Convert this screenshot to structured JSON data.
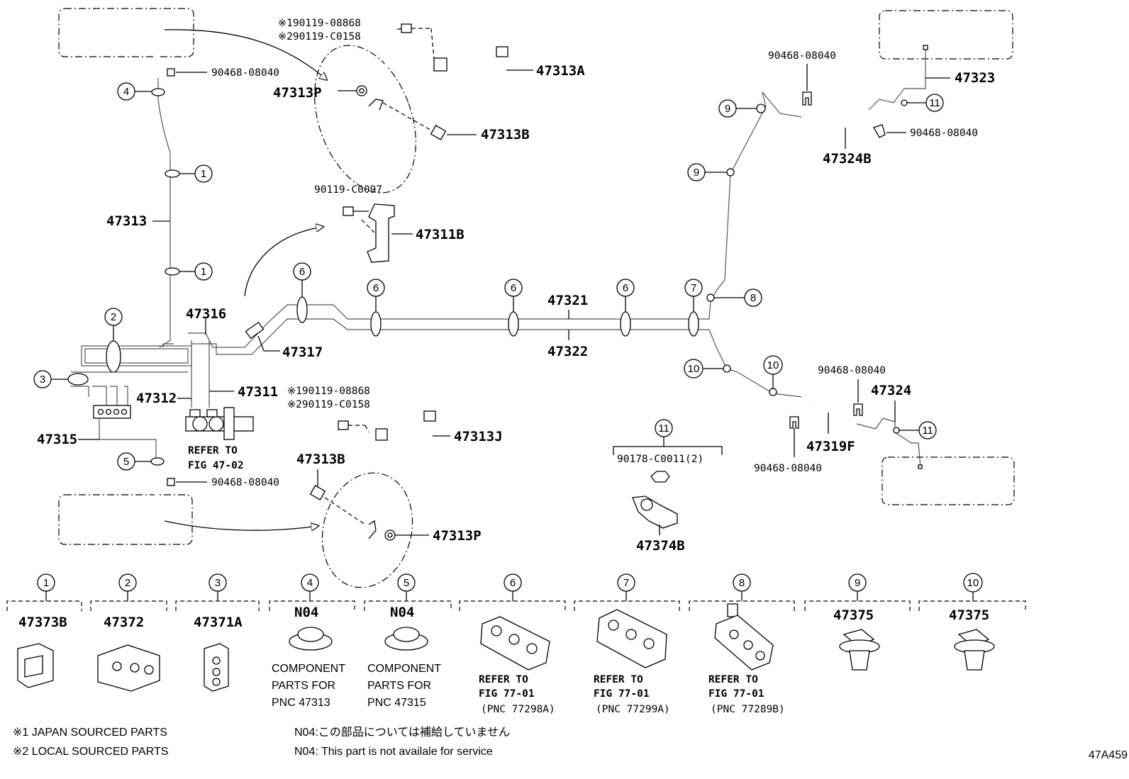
{
  "labels": {
    "p47313A": "47313A",
    "p47313P_top": "47313P",
    "p47313B_top": "47313B",
    "p19_top": "※190119-08868",
    "p29_top": "※290119-C0158",
    "clip_tl": "90468-08040",
    "p47313": "47313",
    "p90119": "90119-C0097",
    "p47311B": "47311B",
    "p47316": "47316",
    "p47317": "47317",
    "p47312": "47312",
    "p47311": "47311",
    "p47315": "47315",
    "p19_mid": "※190119-08868",
    "p29_mid": "※290119-C0158",
    "p47313J": "47313J",
    "p47313B_bot": "47313B",
    "p47313P_bot": "47313P",
    "refer_a": "REFER TO",
    "refer_b": "FIG 47-02",
    "clip_bl": "90468-08040",
    "p47321": "47321",
    "p47322": "47322",
    "clip_tr1": "90468-08040",
    "clip_tr2": "90468-08040",
    "p47323": "47323",
    "p47324B": "47324B",
    "clip_mr1": "90468-08040",
    "p47324": "47324",
    "p47319F": "47319F",
    "clip_mr2": "90468-08040",
    "p90178": "90178-C0011(2)",
    "p47374B": "47374B",
    "fig_code": "47A459"
  },
  "callouts": [
    "1",
    "2",
    "3",
    "4",
    "5",
    "6",
    "7",
    "8",
    "9",
    "10",
    "11"
  ],
  "legend": [
    {
      "num": "1",
      "part": "47373B"
    },
    {
      "num": "2",
      "part": "47372"
    },
    {
      "num": "3",
      "part": "47371A"
    },
    {
      "num": "4",
      "part": "N04",
      "lines": [
        "COMPONENT",
        "PARTS FOR",
        "PNC 47313"
      ]
    },
    {
      "num": "5",
      "part": "N04",
      "lines": [
        "COMPONENT",
        "PARTS FOR",
        "PNC 47315"
      ]
    },
    {
      "num": "6",
      "lines": [
        "REFER TO",
        "FIG 77-01",
        "(PNC 77298A)"
      ]
    },
    {
      "num": "7",
      "lines": [
        "REFER TO",
        "FIG 77-01",
        "(PNC 77299A)"
      ]
    },
    {
      "num": "8",
      "lines": [
        "REFER TO",
        "FIG 77-01",
        "(PNC 77289B)"
      ]
    },
    {
      "num": "9",
      "part": "47375"
    },
    {
      "num": "10",
      "part": "47375"
    }
  ],
  "notes": {
    "n1": "※1 JAPAN SOURCED PARTS",
    "n2": "※2 LOCAL SOURCED PARTS",
    "n3": "N04:この部品については補給していません",
    "n4": "N04: This part is not availale for service"
  }
}
